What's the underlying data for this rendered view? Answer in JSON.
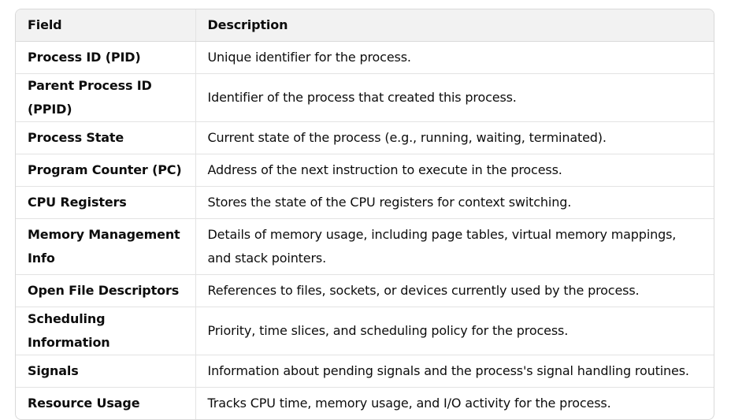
{
  "table": {
    "headers": {
      "field": "Field",
      "description": "Description"
    },
    "rows": [
      {
        "field": "Process ID (PID)",
        "description": "Unique identifier for the process."
      },
      {
        "field": "Parent Process ID (PPID)",
        "description": "Identifier of the process that created this process."
      },
      {
        "field": "Process State",
        "description": "Current state of the process (e.g., running, waiting, terminated)."
      },
      {
        "field": "Program Counter (PC)",
        "description": "Address of the next instruction to execute in the process."
      },
      {
        "field": "CPU Registers",
        "description": "Stores the state of the CPU registers for context switching."
      },
      {
        "field": "Memory Management Info",
        "description": "Details of memory usage, including page tables, virtual memory mappings, and stack pointers."
      },
      {
        "field": "Open File Descriptors",
        "description": "References to files, sockets, or devices currently used by the process."
      },
      {
        "field": "Scheduling Information",
        "description": "Priority, time slices, and scheduling policy for the process."
      },
      {
        "field": "Signals",
        "description": "Information about pending signals and the process's signal handling routines."
      },
      {
        "field": "Resource Usage",
        "description": "Tracks CPU time, memory usage, and I/O activity for the process."
      }
    ]
  },
  "colors": {
    "header_bg": "#f2f2f2",
    "border": "#d9d9d9",
    "text": "#0d0d0d"
  }
}
